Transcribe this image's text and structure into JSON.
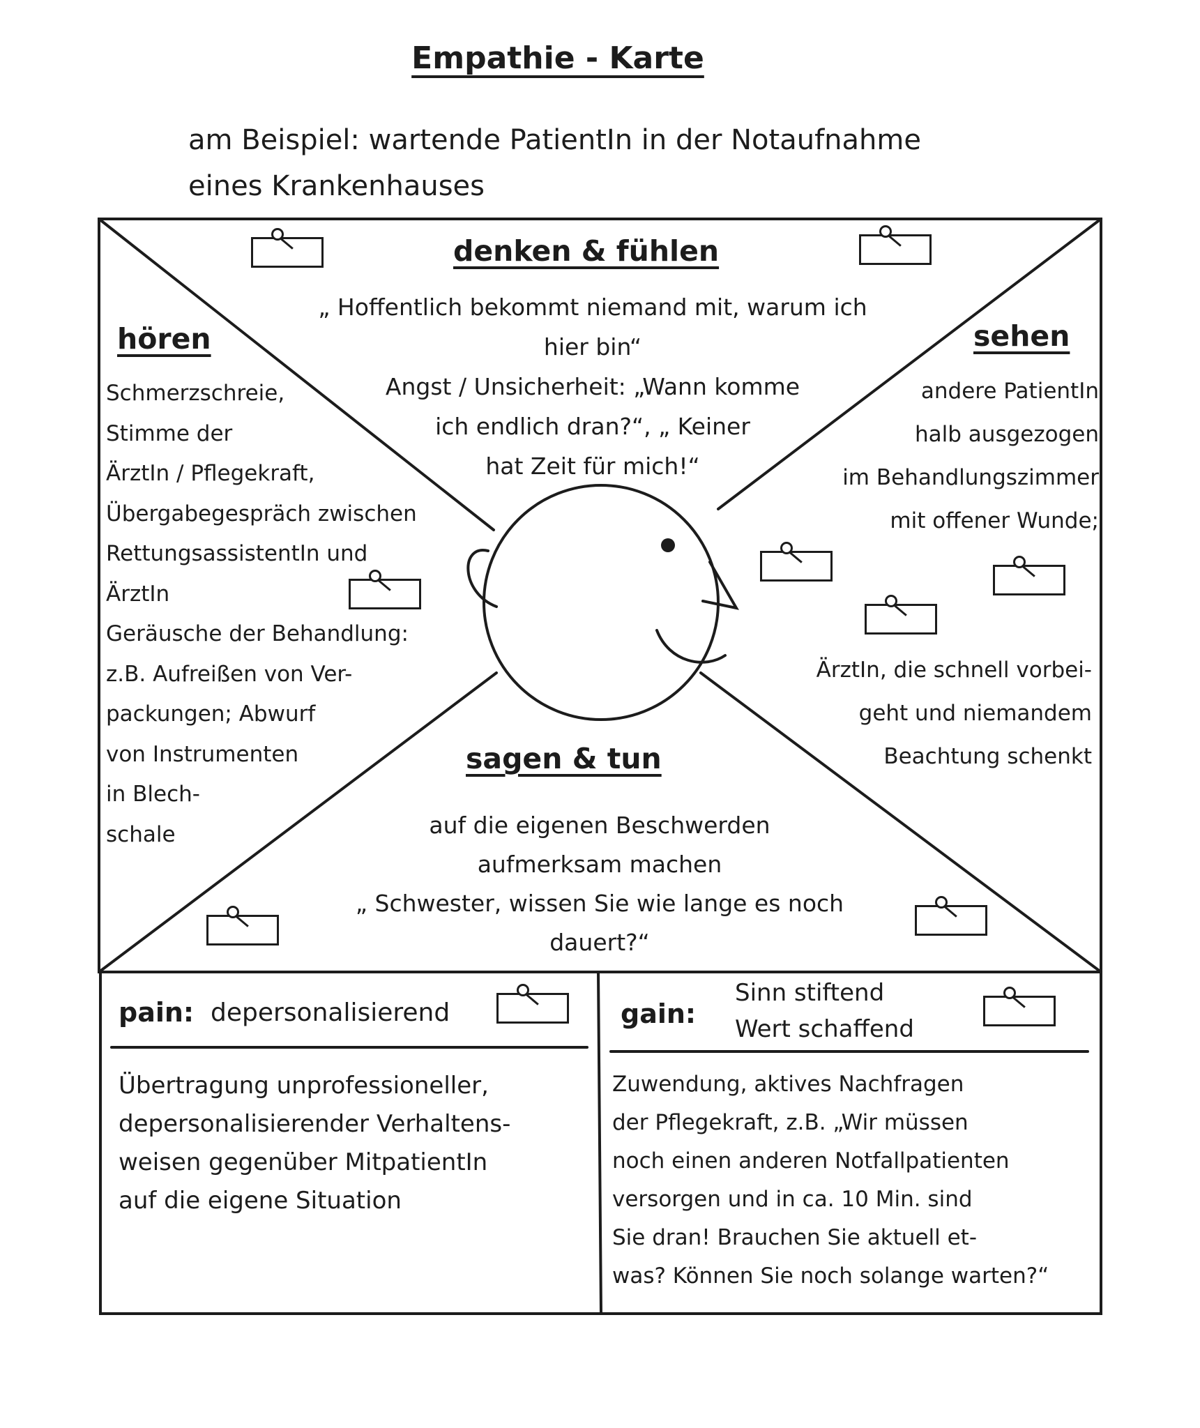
{
  "title": "Empathie - Karte",
  "subtitle": "am Beispiel: wartende PatientIn in der Notaufnahme\neines Krankenhauses",
  "quadrants": {
    "think_feel": {
      "heading": "denken & fühlen",
      "text": "„ Hoffentlich bekommt niemand mit, warum ich\nhier bin“\nAngst / Unsicherheit: „Wann komme\nich endlich dran?“, „ Keiner\nhat Zeit für mich!“"
    },
    "hear": {
      "heading": "hören",
      "text": "Schmerzschreie,\nStimme der\nÄrztIn / Pflegekraft,\nÜbergabegespräch zwischen\nRettungsassistentIn und\nÄrztIn\nGeräusche der Behandlung:\nz.B. Aufreißen von Ver-\npackungen; Abwurf\nvon Instrumenten\nin Blech-\nschale"
    },
    "see": {
      "heading": "sehen",
      "text_top": "andere PatientIn\nhalb ausgezogen\nim Behandlungszimmer\nmit offener Wunde;",
      "text_bottom": "ÄrztIn, die schnell vorbei-\ngeht und niemandem\nBeachtung schenkt"
    },
    "say_do": {
      "heading": "sagen & tun",
      "text": "auf die eigenen Beschwerden\naufmerksam machen\n„ Schwester, wissen Sie wie lange es noch\ndauert?“"
    }
  },
  "pain": {
    "label": "pain:",
    "summary": "depersonalisierend",
    "text": "Übertragung unprofessioneller,\ndepersonalisierender Verhaltens-\nweisen gegenüber MitpatientIn\nauf die eigene Situation"
  },
  "gain": {
    "label": "gain:",
    "summary": "Sinn stiftend\nWert schaffend",
    "text": "Zuwendung, aktives Nachfragen\nder Pflegekraft, z.B. „Wir müssen\nnoch einen anderen Notfallpatienten\nversorgen und in ca. 10 Min. sind\nSie dran! Brauchen Sie aktuell et-\nwas? Können Sie noch solange warten?“"
  },
  "colors": {
    "ink": "#1c1c1c",
    "paper": "#ffffff"
  }
}
